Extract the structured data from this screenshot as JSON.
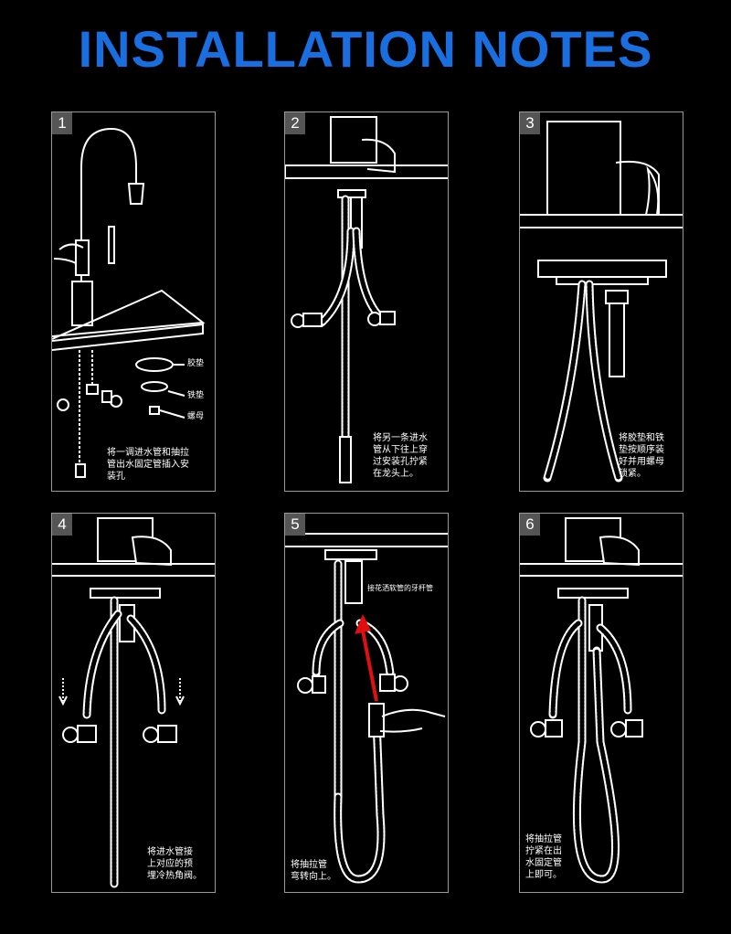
{
  "header": {
    "title": "INSTALLATION NOTES",
    "title_color": "#1a6fe0"
  },
  "steps": [
    {
      "number": "1",
      "caption": "将一调进水管和抽拉\n管出水固定管插入安\n装孔",
      "parts": [
        "胶垫",
        "铁垫",
        "螺母"
      ]
    },
    {
      "number": "2",
      "caption": "将另一条进水\n管从下往上穿\n过安装孔拧紧\n在龙头上。"
    },
    {
      "number": "3",
      "caption": "将胶垫和铁\n垫按顺序装\n好并用螺母\n锁紧。"
    },
    {
      "number": "4",
      "caption": "将进水管接\n上对应的预\n埋冷热角阀。"
    },
    {
      "number": "5",
      "caption": "将抽拉管\n弯转向上。",
      "label": "接花洒软管的牙杆管",
      "arrow_color": "#e01010"
    },
    {
      "number": "6",
      "caption": "将抽拉管\n拧紧在出\n水固定管\n上即可。"
    }
  ]
}
